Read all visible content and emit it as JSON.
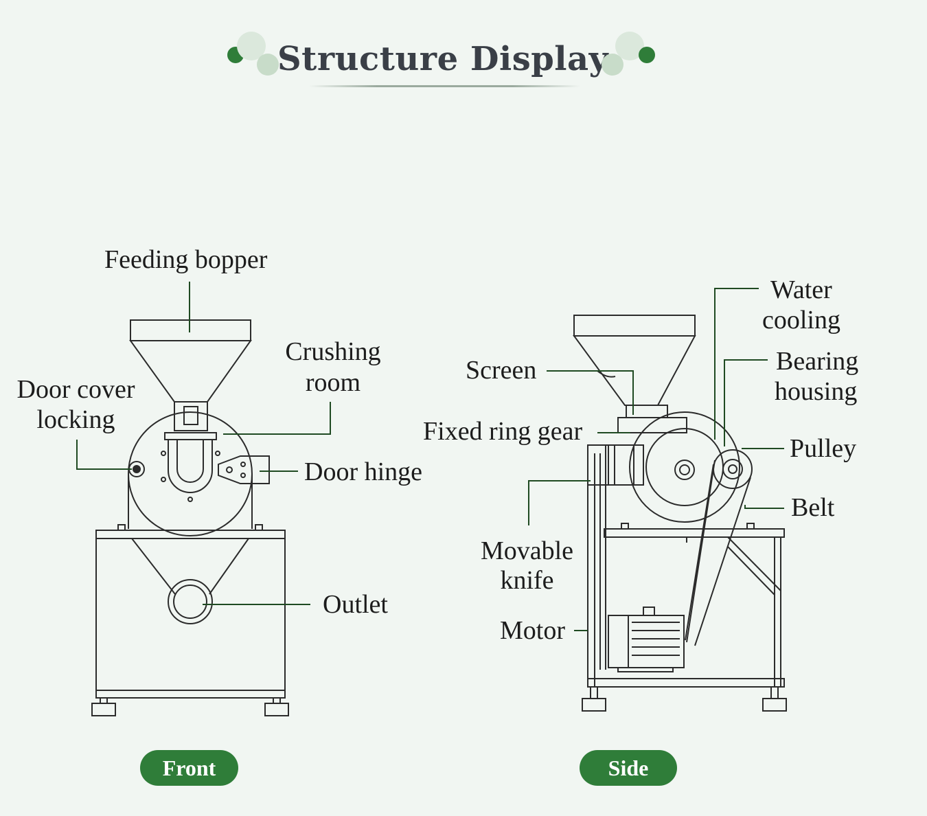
{
  "title": "Structure Display",
  "colors": {
    "accent_green": "#2f7d39",
    "light_green": "#c8dcc9",
    "leader_line": "#1f4a22",
    "drawing_line": "#2b2b2b",
    "background": "#f1f6f2"
  },
  "front": {
    "label": "Front",
    "callouts": {
      "feeding_hopper": "Feeding bopper",
      "crushing_room_1": "Crushing",
      "crushing_room_2": "room",
      "door_cover_locking_1": "Door cover",
      "door_cover_locking_2": "locking",
      "door_hinge": "Door hinge",
      "outlet": "Outlet"
    }
  },
  "side": {
    "label": "Side",
    "callouts": {
      "water_cooling_1": "Water",
      "water_cooling_2": "cooling",
      "bearing_housing_1": "Bearing",
      "bearing_housing_2": "housing",
      "screen": "Screen",
      "fixed_ring_gear": "Fixed ring gear",
      "pulley": "Pulley",
      "belt": "Belt",
      "movable_knife_1": "Movable",
      "movable_knife_2": "knife",
      "motor": "Motor"
    }
  }
}
